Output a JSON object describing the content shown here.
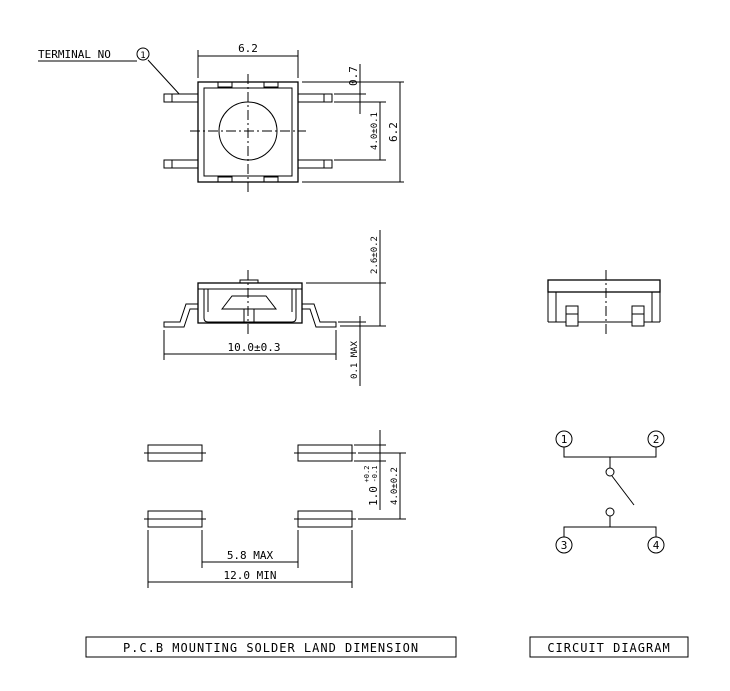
{
  "top_view": {
    "terminal_label": "TERMINAL NO",
    "terminal_number": "1",
    "width_dim": "6.2",
    "height_dim": "6.2",
    "pin_width_dim": "0.7",
    "pitch_dim": "4.0±0.1"
  },
  "side_view": {
    "height_dim": "2.6±0.2",
    "length_dim": "10.0±0.3",
    "standoff_dim": "0.1 MAX"
  },
  "land_pattern": {
    "inner_dim": "5.8 MAX",
    "outer_dim": "12.0 MIN",
    "pad_width_dim": "1.0",
    "pad_tol_plus": "+0.2",
    "pad_tol_minus": "-0.1",
    "pitch_dim": "4.0±0.2",
    "caption": "P.C.B MOUNTING SOLDER LAND DIMENSION"
  },
  "circuit": {
    "pin1": "1",
    "pin2": "2",
    "pin3": "3",
    "pin4": "4",
    "caption": "CIRCUIT DIAGRAM"
  }
}
